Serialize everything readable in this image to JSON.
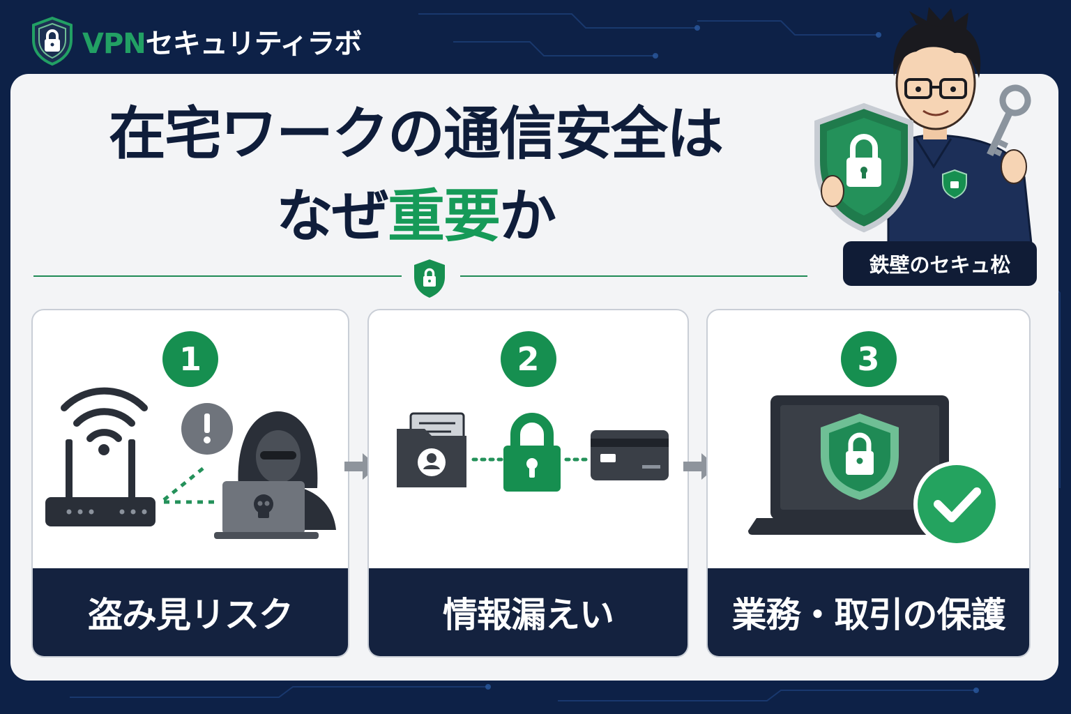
{
  "brand": {
    "vpn": "VPN",
    "rest": "セキュリティラボ",
    "icon": "shield-lock-icon"
  },
  "title": {
    "line1": "在宅ワークの通信安全は",
    "line2_pre": "なぜ",
    "line2_accent": "重要",
    "line2_post": "か"
  },
  "mascot": {
    "name": "鉄壁のセキュ松",
    "icons": [
      "shield-lock-icon",
      "key-icon"
    ]
  },
  "cards": [
    {
      "number": "1",
      "label": "盗み見リスク",
      "icons": [
        "wifi-router-icon",
        "warning-icon",
        "hacker-icon",
        "laptop-skull-icon"
      ]
    },
    {
      "number": "2",
      "label": "情報漏えい",
      "icons": [
        "folder-user-icon",
        "padlock-icon",
        "credit-card-icon"
      ]
    },
    {
      "number": "3",
      "label": "業務・取引の保護",
      "icons": [
        "laptop-shield-icon",
        "check-circle-icon"
      ]
    }
  ],
  "colors": {
    "background": "#0d2147",
    "panel": "#f3f4f6",
    "accent_green": "#169a58",
    "dark_navy": "#14223f"
  }
}
